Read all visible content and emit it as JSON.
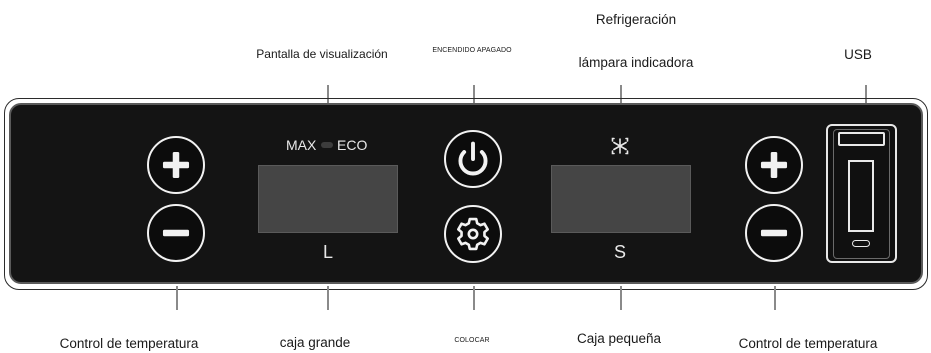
{
  "labels": {
    "refrigeration_line1": "Refrigeración",
    "refrigeration_line2": "lámpara indicadora",
    "display_screen": "Pantalla de visualización",
    "power": "ENCENDIDO APAGADO",
    "usb": "USB",
    "temp_control_left": "Control de temperatura",
    "large_box": "caja grande",
    "set": "COLOCAR",
    "small_box": "Caja pequeña",
    "temp_control_right": "Control de temperatura"
  },
  "panel": {
    "mode_max": "MAX",
    "mode_eco": "ECO",
    "large_zone_letter": "L",
    "small_zone_letter": "S"
  },
  "icons": {
    "plus": "plus-icon",
    "minus": "minus-icon",
    "power": "power-icon",
    "settings": "gear-icon",
    "cooling": "snowflake-icon",
    "usb": "usb-port-icon"
  },
  "colors": {
    "panel_background": "#141414",
    "display_screen": "#454545",
    "button_outline": "#f2f2f2",
    "leader_line": "#8a8a8a"
  }
}
